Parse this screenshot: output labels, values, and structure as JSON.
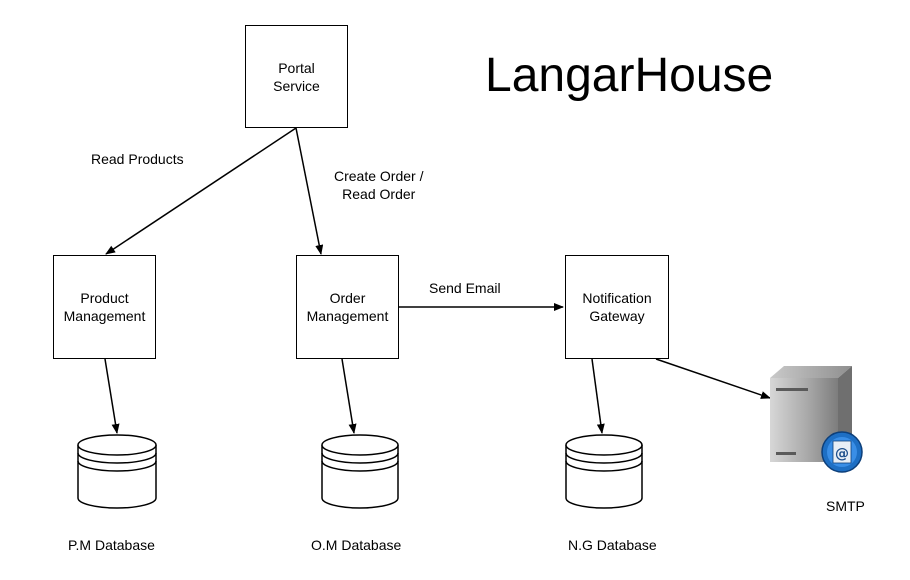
{
  "title": "LangarHouse",
  "services": {
    "portal": "Portal\nService",
    "product": "Product\nManagement",
    "order": "Order\nManagement",
    "notification": "Notification\nGateway"
  },
  "databases": {
    "pm": "P.M Database",
    "om": "O.M Database",
    "ng": "N.G Database"
  },
  "smtp": "SMTP",
  "edges": {
    "read_products": "Read Products",
    "create_read_order": "Create Order /\nRead Order",
    "send_email": "Send Email"
  },
  "colors": {
    "line": "#000000",
    "server_body": "#9a9a9a",
    "server_badge": "#1e6fc4"
  },
  "icons": {
    "server": "smtp-server-icon",
    "database": "database-cylinder-icon"
  }
}
